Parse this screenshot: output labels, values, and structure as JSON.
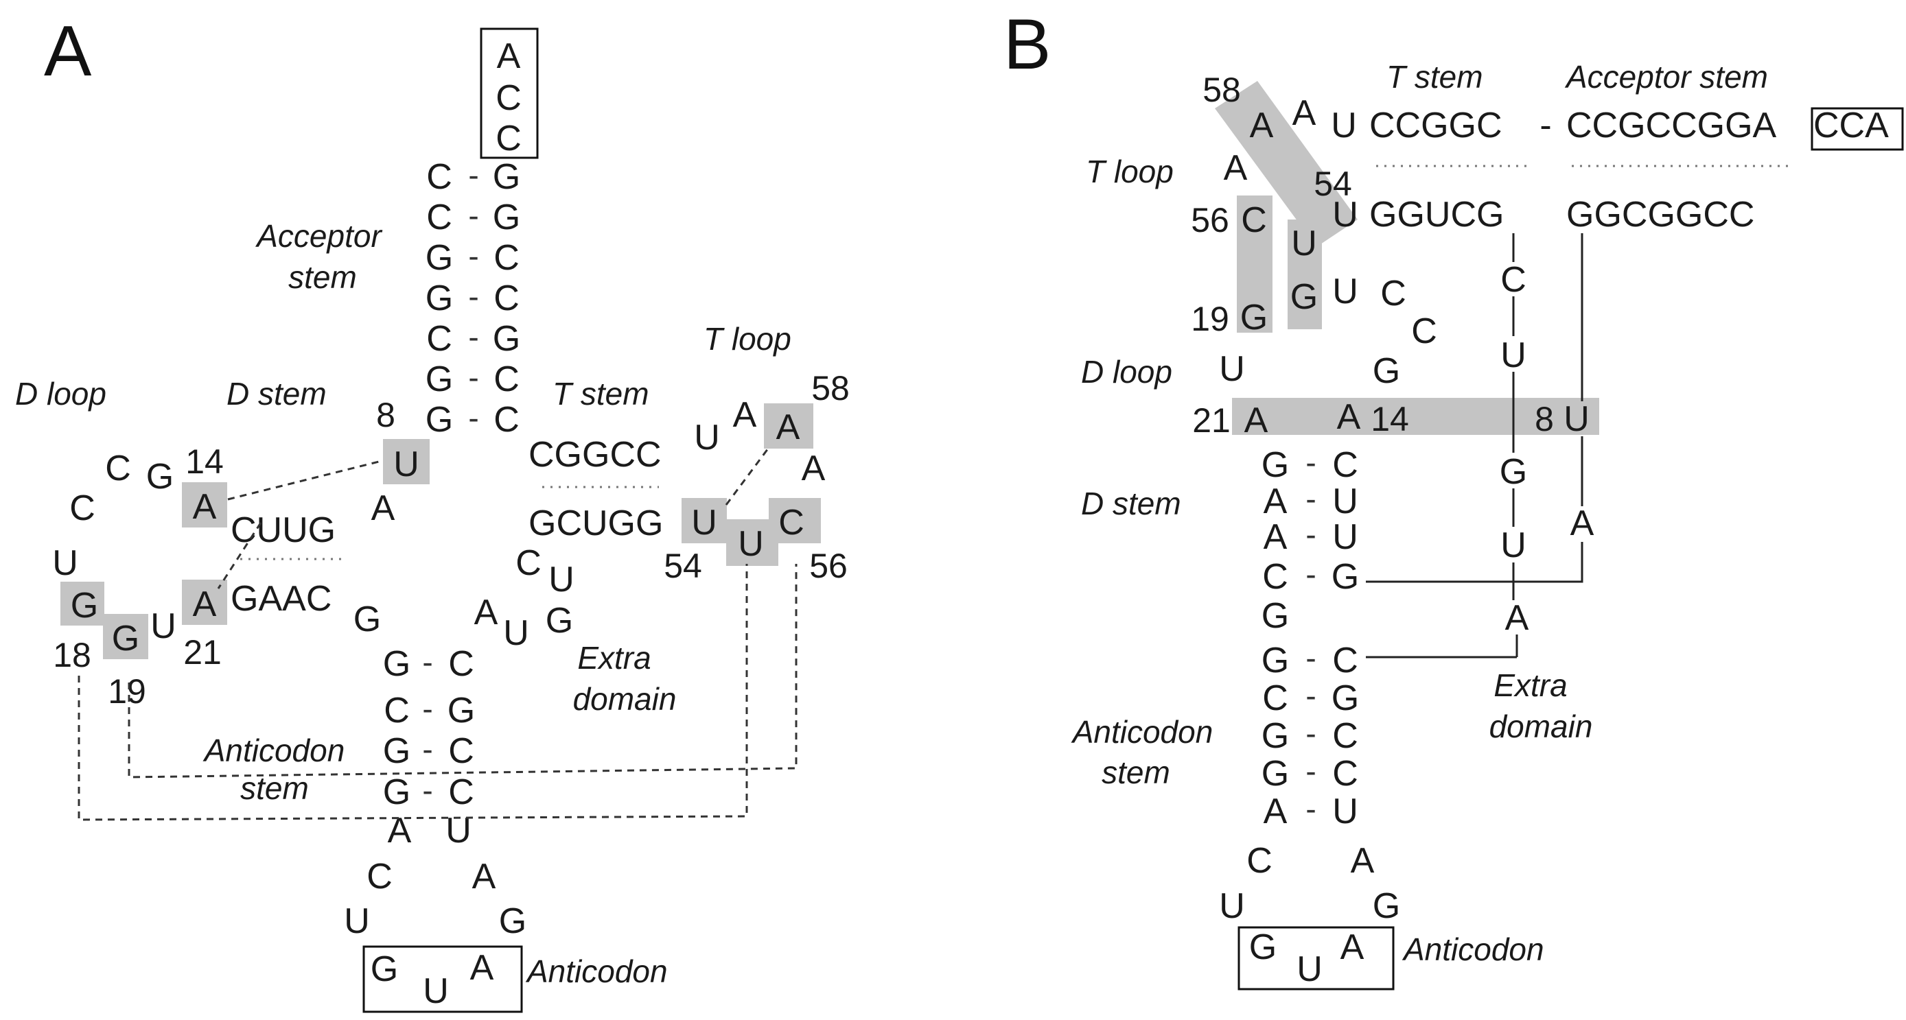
{
  "panel_a": {
    "letter": "A",
    "acceptor_end": [
      "A",
      "C",
      "C"
    ],
    "acceptor_5prime": [
      "C",
      "C",
      "G",
      "G",
      "C",
      "G",
      "G"
    ],
    "acceptor_3prime": [
      "G",
      "G",
      "C",
      "C",
      "G",
      "C",
      "C"
    ],
    "pair_mark": "-",
    "labels": {
      "acceptor_stem": [
        "Acceptor",
        "stem"
      ],
      "d_loop": "D loop",
      "d_stem": "D stem",
      "t_stem": "T stem",
      "t_loop": "T loop",
      "extra_domain": [
        "Extra",
        "domain"
      ],
      "anticodon_stem": [
        "Anticodon",
        "stem"
      ],
      "anticodon": "Anticodon"
    },
    "numbers": {
      "n8": "8",
      "n14": "14",
      "n18": "18",
      "n19": "19",
      "n21": "21",
      "n54": "54",
      "n56": "56",
      "n58": "58"
    },
    "d_arm": {
      "u8": "U",
      "a9": "A",
      "stem_top": "CUUG",
      "stem_bottom": "GAAC",
      "a14": "A",
      "g15": "G",
      "c16": "C",
      "c17": "C",
      "u17a": "U",
      "g18": "G",
      "g19": "G",
      "u20": "U",
      "a21": "A",
      "g26": "G"
    },
    "anticodon_arm": {
      "stem_5prime": [
        "G",
        "C",
        "G",
        "G"
      ],
      "stem_3prime": [
        "C",
        "G",
        "C",
        "C"
      ],
      "loop": [
        "A",
        "C",
        "U",
        "U",
        "A",
        "G"
      ],
      "anticodon": [
        "G",
        "U",
        "A"
      ]
    },
    "extra_domain": {
      "a": "A",
      "u1": "U",
      "c": "C",
      "u2": "U",
      "g": "G"
    },
    "t_arm": {
      "stem_top": "CGGCC",
      "stem_bottom": "GCUGG",
      "u54": "U",
      "u55": "U",
      "c56": "C",
      "a57": "A",
      "a58": "A",
      "a59": "A",
      "u60": "U"
    }
  },
  "panel_b": {
    "letter": "B",
    "labels": {
      "t_stem": "T stem",
      "acceptor_stem": "Acceptor stem",
      "t_loop": "T loop",
      "d_loop": "D loop",
      "d_stem": "D stem",
      "anticodon_stem": [
        "Anticodon",
        "stem"
      ],
      "extra_domain": [
        "Extra",
        "domain"
      ],
      "anticodon": "Anticodon"
    },
    "numbers": {
      "n58": "58",
      "n54": "54",
      "n56": "56",
      "n19": "19",
      "n21": "21",
      "n14": "14",
      "n8": "8"
    },
    "top_row": {
      "a58": "A",
      "a": "A",
      "u": "U",
      "t_stem_top": "CCGGC",
      "dash": "-",
      "acceptor_top": "CCGCCGGA",
      "cca": "CCA"
    },
    "mid_row": {
      "a57": "A",
      "u54": "U",
      "t_stem_bottom": "GGUCG",
      "acceptor_bottom": "GGCGGCC"
    },
    "t_loop": {
      "c56": "C",
      "u55": "U",
      "g19": "G",
      "u_a": "U",
      "c_a": "C",
      "c_b": "C",
      "g_b": "G"
    },
    "d_region": {
      "u20": "U",
      "a21": "A",
      "a14": "A",
      "u8": "U"
    },
    "connector": {
      "c": "C",
      "u": "U",
      "g": "G",
      "u2": "U",
      "a": "A",
      "a9": "A"
    },
    "d_stem_5prime": [
      "G",
      "A",
      "A",
      "C"
    ],
    "d_stem_3prime": [
      "C",
      "U",
      "U",
      "G"
    ],
    "g26": "G",
    "anticodon_stem_5prime": [
      "G",
      "C",
      "G",
      "G",
      "A"
    ],
    "anticodon_stem_3prime": [
      "C",
      "G",
      "C",
      "C",
      "U"
    ],
    "loop": {
      "c": "C",
      "a": "A",
      "u": "U",
      "g": "G"
    },
    "anticodon": [
      "G",
      "U",
      "A"
    ]
  }
}
